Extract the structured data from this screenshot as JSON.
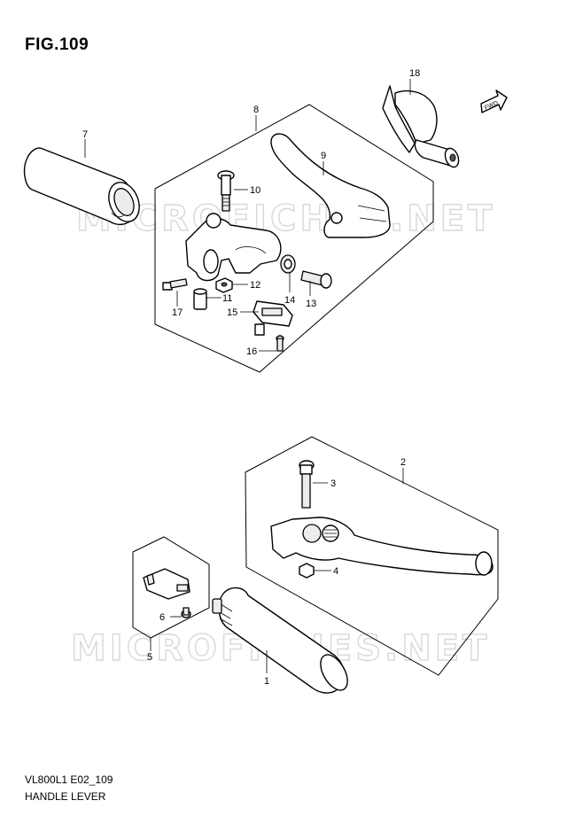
{
  "figure": {
    "title": "FIG.109",
    "code": "VL800L1 E02_109",
    "name": "HANDLE LEVER"
  },
  "watermark": "MICROFICHES.NET",
  "fwd_label": "FWD",
  "callouts": {
    "p1": "1",
    "p2": "2",
    "p3": "3",
    "p4": "4",
    "p5": "5",
    "p6": "6",
    "p7": "7",
    "p8": "8",
    "p9": "9",
    "p10": "10",
    "p11": "11",
    "p12": "12",
    "p13": "13",
    "p14": "14",
    "p15": "15",
    "p16": "16",
    "p17": "17",
    "p18": "18"
  }
}
